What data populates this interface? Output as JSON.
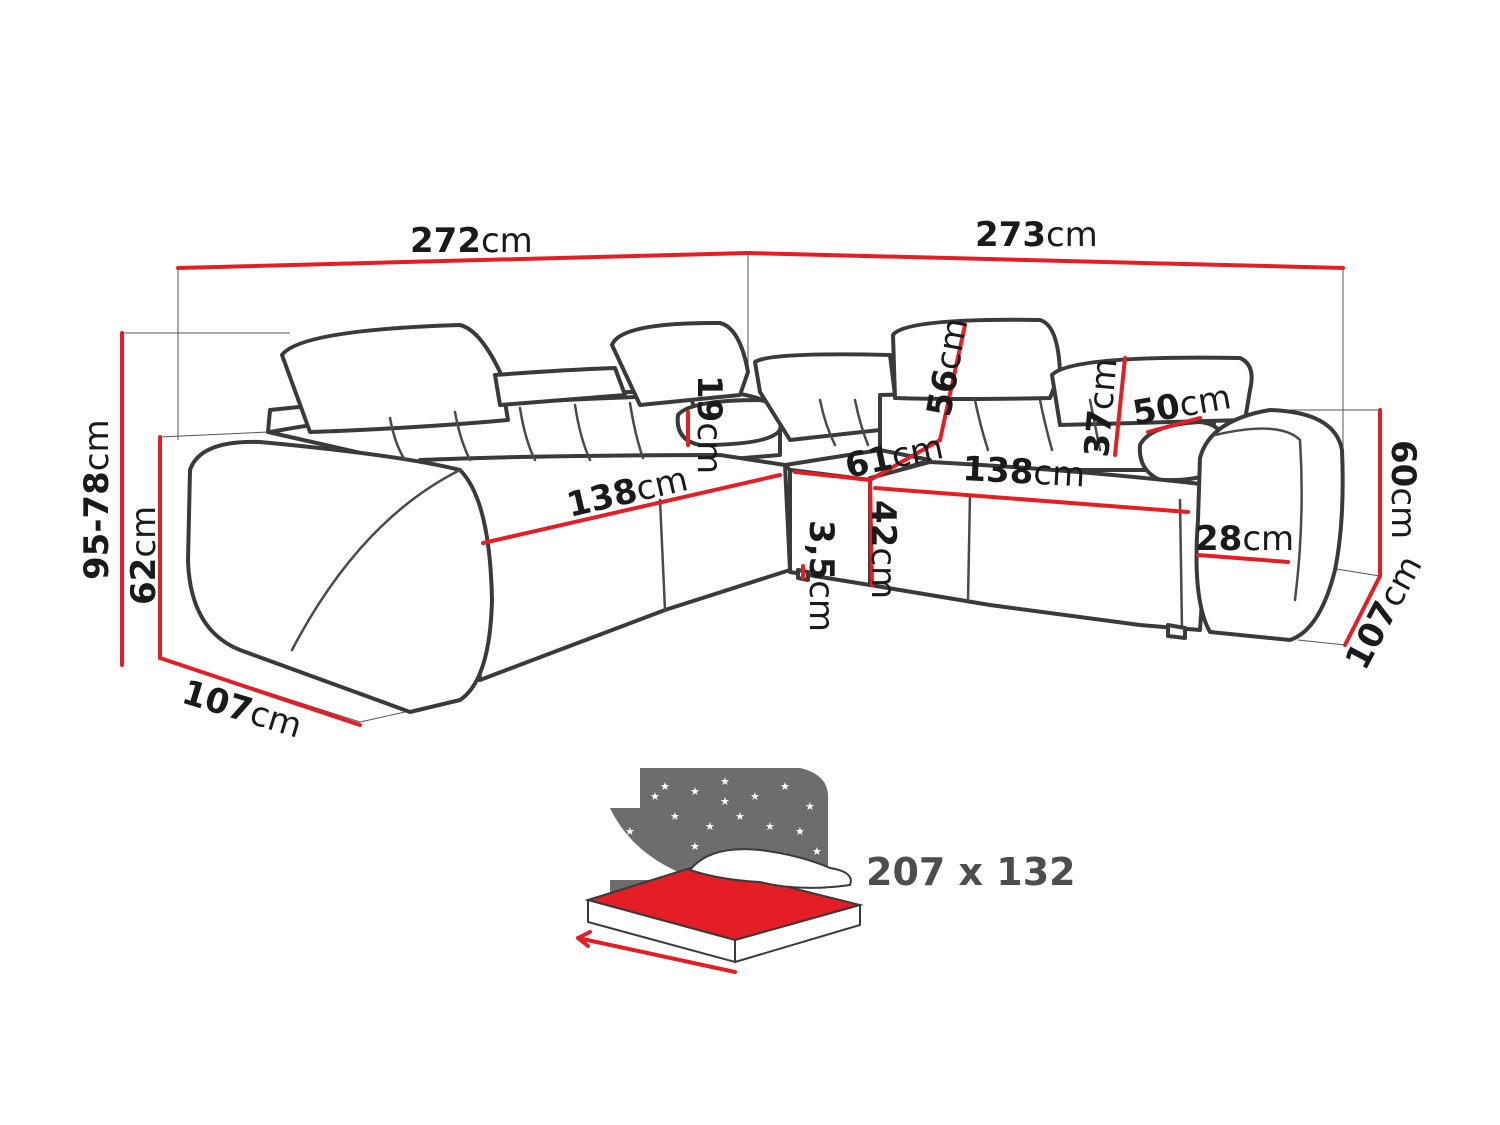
{
  "dimensions": {
    "width_left": {
      "value": "272",
      "unit": "cm"
    },
    "width_right": {
      "value": "273",
      "unit": "cm"
    },
    "height_total": {
      "value": "95-78",
      "unit": "cm"
    },
    "height_back": {
      "value": "62",
      "unit": "cm"
    },
    "depth_left": {
      "value": "107",
      "unit": "cm"
    },
    "depth_right": {
      "value": "107",
      "unit": "cm"
    },
    "seat_left": {
      "value": "138",
      "unit": "cm"
    },
    "seat_right": {
      "value": "138",
      "unit": "cm"
    },
    "armrest_height": {
      "value": "19",
      "unit": "cm"
    },
    "corner_depth": {
      "value": "61",
      "unit": "cm"
    },
    "headrest_height": {
      "value": "56",
      "unit": "cm"
    },
    "cushion_height": {
      "value": "37",
      "unit": "cm"
    },
    "bolster_length": {
      "value": "50",
      "unit": "cm"
    },
    "side_height": {
      "value": "60",
      "unit": "cm"
    },
    "seat_height": {
      "value": "42",
      "unit": "cm"
    },
    "leg_height": {
      "value": "3,5",
      "unit": "cm"
    },
    "armrest_width": {
      "value": "28",
      "unit": "cm"
    }
  },
  "sleeping_area": {
    "label": "207 x 132"
  },
  "colors": {
    "dimension_line": "#e31e24",
    "outline": "#3a3a3a",
    "bed_panel": "#6d6d6d",
    "bed_top": "#e31e24"
  }
}
